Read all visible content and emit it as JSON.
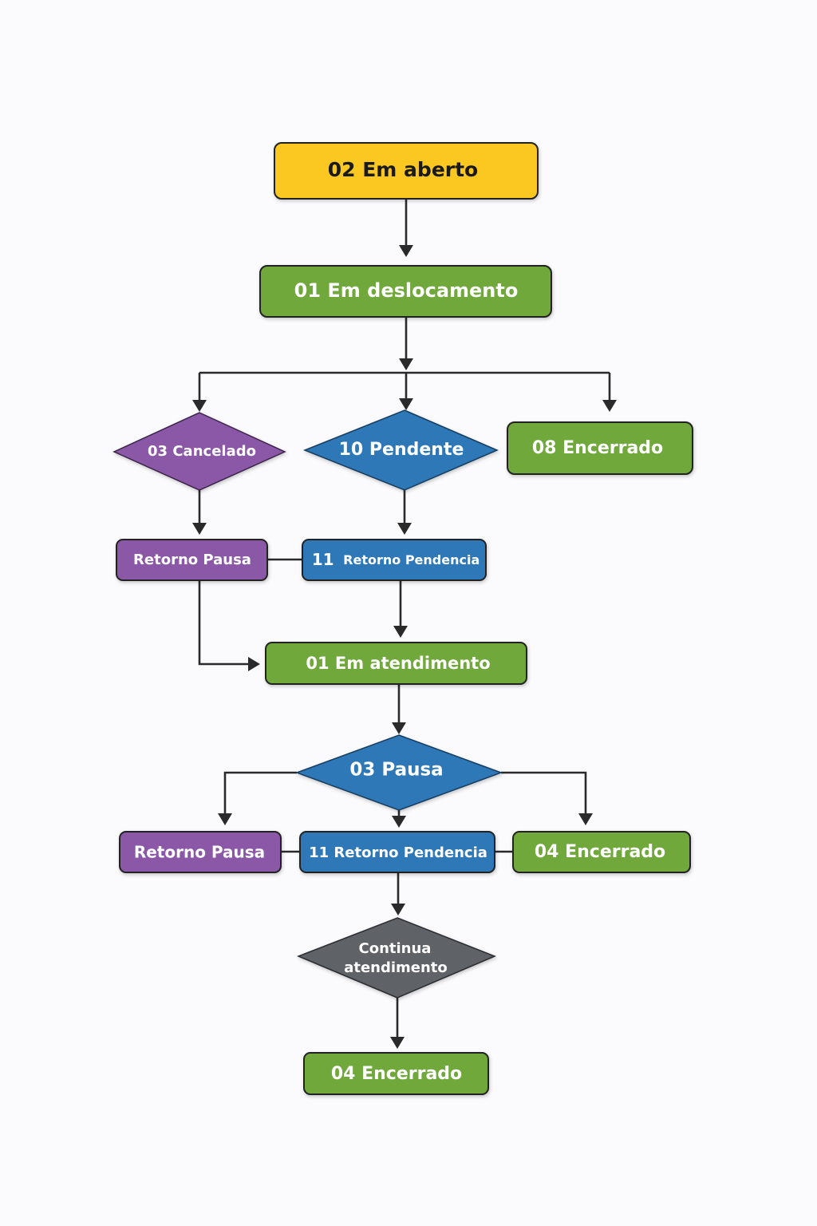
{
  "colors": {
    "yellow": "#fbc820",
    "green": "#6fa83a",
    "purple": "#8b58a8",
    "blue": "#2e78b7",
    "gray": "#5f6266",
    "edge": "#2a2a2a"
  },
  "nodes": {
    "em_aberto": "02 Em aberto",
    "em_deslocamento": "01 Em deslocamento",
    "cancelado": "03 Cancelado",
    "pendente": "10 Pendente",
    "encerrado_08": "08 Encerrado",
    "retorno_pausa_1": "Retorno Pausa",
    "retorno_pendencia_1_num": "11",
    "retorno_pendencia_1_text": "Retorno Pendencia",
    "em_atendimento": "01 Em atendimento",
    "pausa": "03 Pausa",
    "retorno_pausa_2": "Retorno Pausa",
    "retorno_pendencia_2": "11 Retorno Pendencia",
    "encerrado_04_a": "04 Encerrado",
    "continua_line1": "Continua",
    "continua_line2": "atendimento",
    "encerrado_04_b": "04 Encerrado"
  }
}
